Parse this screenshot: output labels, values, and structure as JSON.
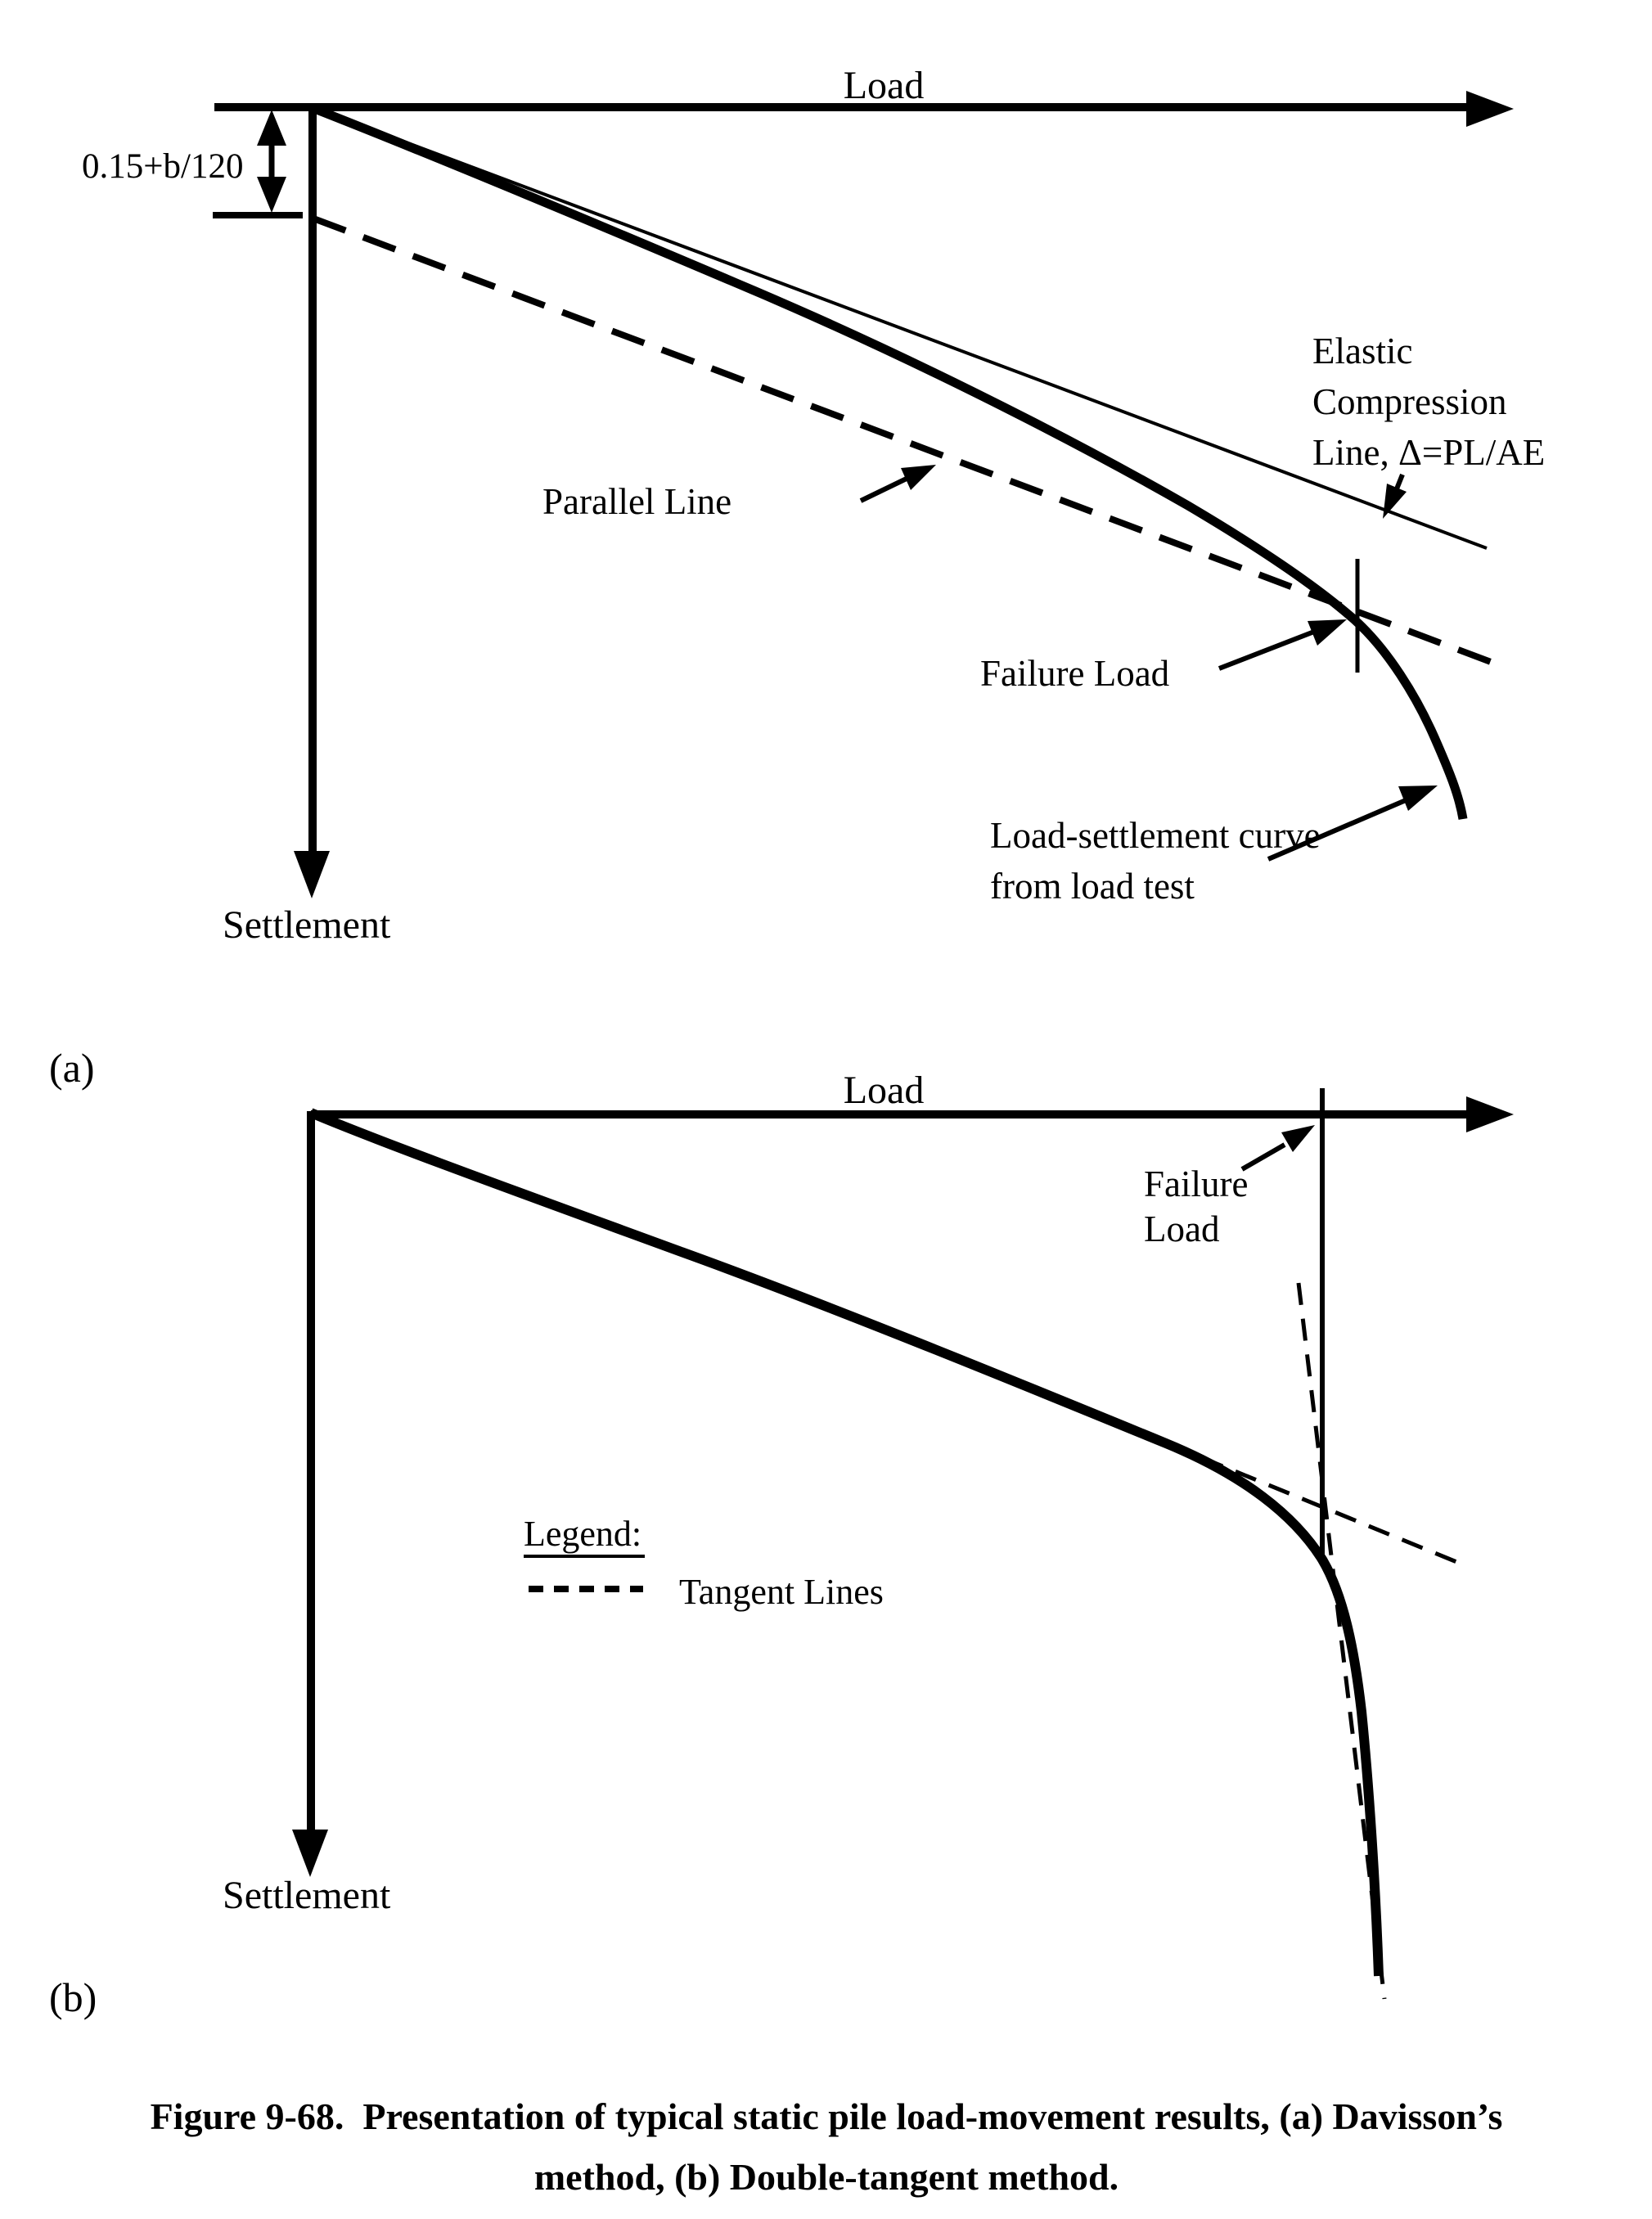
{
  "page": {
    "background": "#ffffff",
    "ink": "#000000"
  },
  "panel_a": {
    "tag": "(a)",
    "load_axis_label": "Load",
    "settlement_axis_label": "Settlement",
    "offset_dimension_label": "0.15+b/120",
    "elastic_line_label": [
      "Elastic",
      "Compression",
      "Line, Δ=PL/AE"
    ],
    "parallel_line_label": "Parallel Line",
    "failure_load_label": "Failure Load",
    "curve_label": [
      "Load-settlement curve",
      "from load test"
    ]
  },
  "panel_b": {
    "tag": "(b)",
    "load_axis_label": "Load",
    "settlement_axis_label": "Settlement",
    "failure_load_label": [
      "Failure",
      "Load"
    ],
    "legend_title": "Legend:",
    "legend_item_label": "Tangent Lines"
  },
  "caption": {
    "line1": "Figure 9-68.  Presentation of typical static pile load-movement results, (a) Davisson’s",
    "line2": "method, (b) Double-tangent method."
  },
  "chart_data": [
    {
      "type": "line",
      "title": "Davisson’s method (panel a)",
      "xlabel": "Load",
      "ylabel": "Settlement",
      "axes_numeric": false,
      "grid": false,
      "series": [
        {
          "name": "Load-settlement curve from load test",
          "style": "thick solid curve from origin, steepening downward"
        },
        {
          "name": "Elastic Compression Line, Δ=PL/AE",
          "style": "thin solid straight line from origin"
        },
        {
          "name": "Parallel Line",
          "style": "dashed straight line parallel to elastic line, offset 0.15+b/120 below origin"
        }
      ],
      "annotations": [
        "0.15+b/120 offset dimension on settlement axis",
        "Failure Load marked by tick where parallel line crosses load-settlement curve"
      ]
    },
    {
      "type": "line",
      "title": "Double-tangent method (panel b)",
      "xlabel": "Load",
      "ylabel": "Settlement",
      "axes_numeric": false,
      "grid": false,
      "series": [
        {
          "name": "Load-settlement curve",
          "style": "thick solid curve from origin, bending to near-vertical"
        },
        {
          "name": "Tangent Lines",
          "style": "two dashed tangent lines, shallow and steep"
        }
      ],
      "annotations": [
        "Failure Load marked by vertical line from tangent intersection up to load axis"
      ]
    }
  ]
}
